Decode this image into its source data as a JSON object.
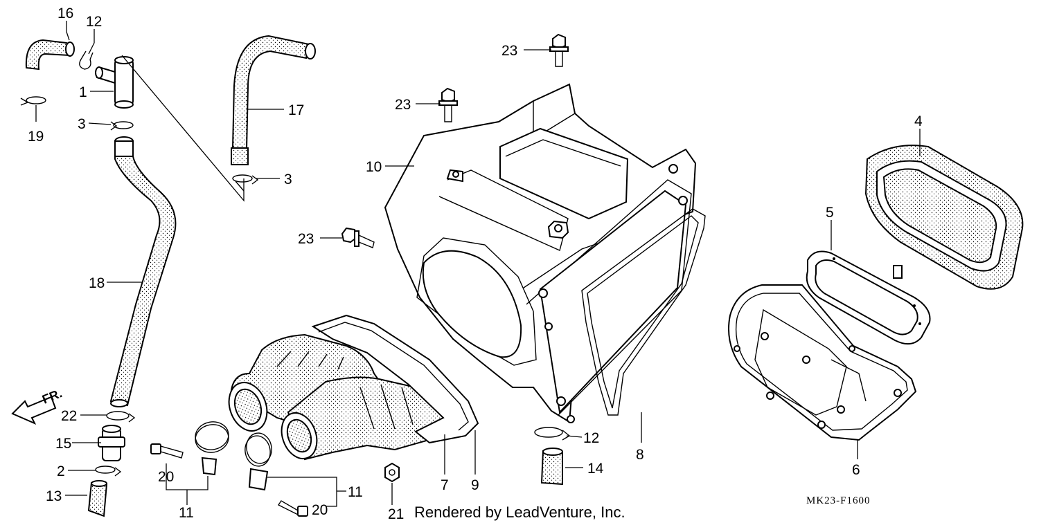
{
  "callouts": {
    "c16": "16",
    "c12a": "12",
    "c1": "1",
    "c19": "19",
    "c3a": "3",
    "c17": "17",
    "c3b": "3",
    "c18": "18",
    "c22": "22",
    "c15": "15",
    "c2": "2",
    "c13": "13",
    "c20a": "20",
    "c11a": "11",
    "c20b": "20",
    "c11b": "11",
    "c21": "21",
    "c7": "7",
    "c9": "9",
    "c23a": "23",
    "c23b": "23",
    "c23c": "23",
    "c10": "10",
    "c12b": "12",
    "c14": "14",
    "c8": "8",
    "c4": "4",
    "c5": "5",
    "c6": "6"
  },
  "direction_label": "FR.",
  "credit": "Rendered by LeadVenture, Inc.",
  "diagram_code": "MK23-F1600"
}
